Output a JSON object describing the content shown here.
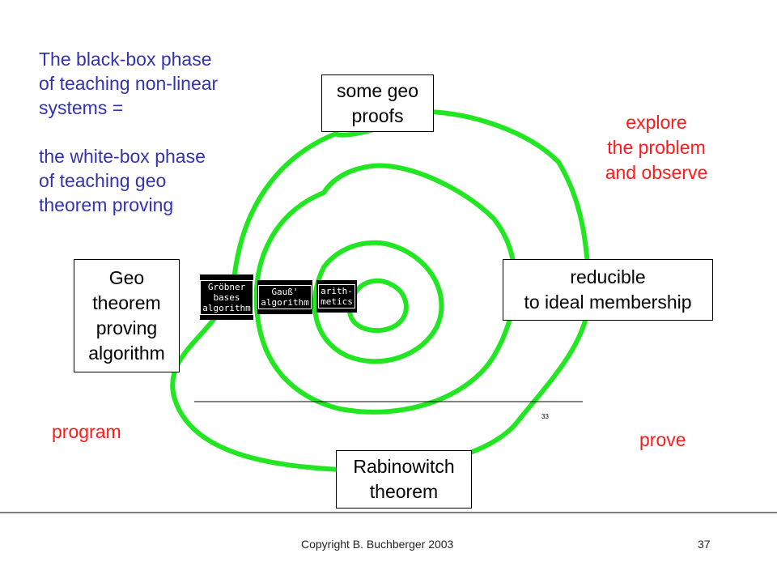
{
  "intro_text": "The black-box phase\nof teaching non-linear\nsystems =\n\nthe white-box phase\nof teaching geo\ntheorem proving",
  "labels": {
    "explore": "explore\nthe problem\nand observe",
    "program": "program",
    "prove": "prove"
  },
  "boxes": {
    "top": "some geo\nproofs",
    "right": "reducible\nto ideal membership",
    "left": "Geo\ntheorem\nproving\nalgorithm",
    "bottom": "Rabinowitch\ntheorem"
  },
  "algorithm_boxes": {
    "groebner": "Gröbner\nbases\nalgorithm",
    "gauss": "Gauß'\nalgorithm",
    "arith": "arith-\nmetics"
  },
  "small_page_number": "33",
  "footer": {
    "copyright": "Copyright B. Buchberger 2003",
    "page": "37"
  },
  "colors": {
    "spiral": "#22e622",
    "intro_text": "#3333b2",
    "labels": "#ff1a1a"
  }
}
